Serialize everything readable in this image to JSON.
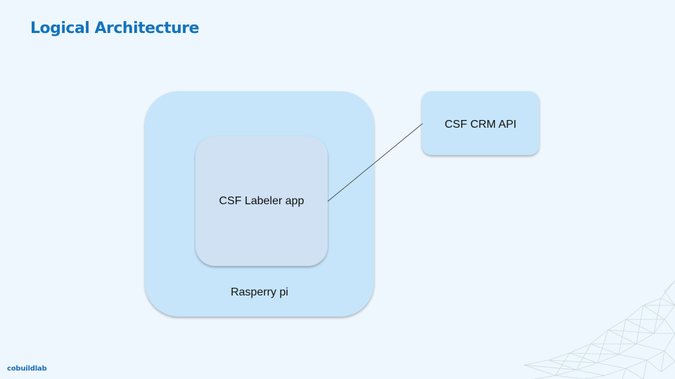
{
  "slide": {
    "title": "Logical Architecture"
  },
  "diagram": {
    "outer_container_label": "Rasperry pi",
    "inner_component_label": "CSF Labeler app",
    "external_service_label": "CSF CRM API"
  },
  "footer": {
    "logo_text": "cobuildlab"
  },
  "colors": {
    "background": "#eef7fd",
    "title": "#1474bc",
    "outer_box": "#c6e5fa",
    "inner_box": "#cfe1f3",
    "api_box": "#c6e5fa",
    "connector_line": "#444444"
  }
}
